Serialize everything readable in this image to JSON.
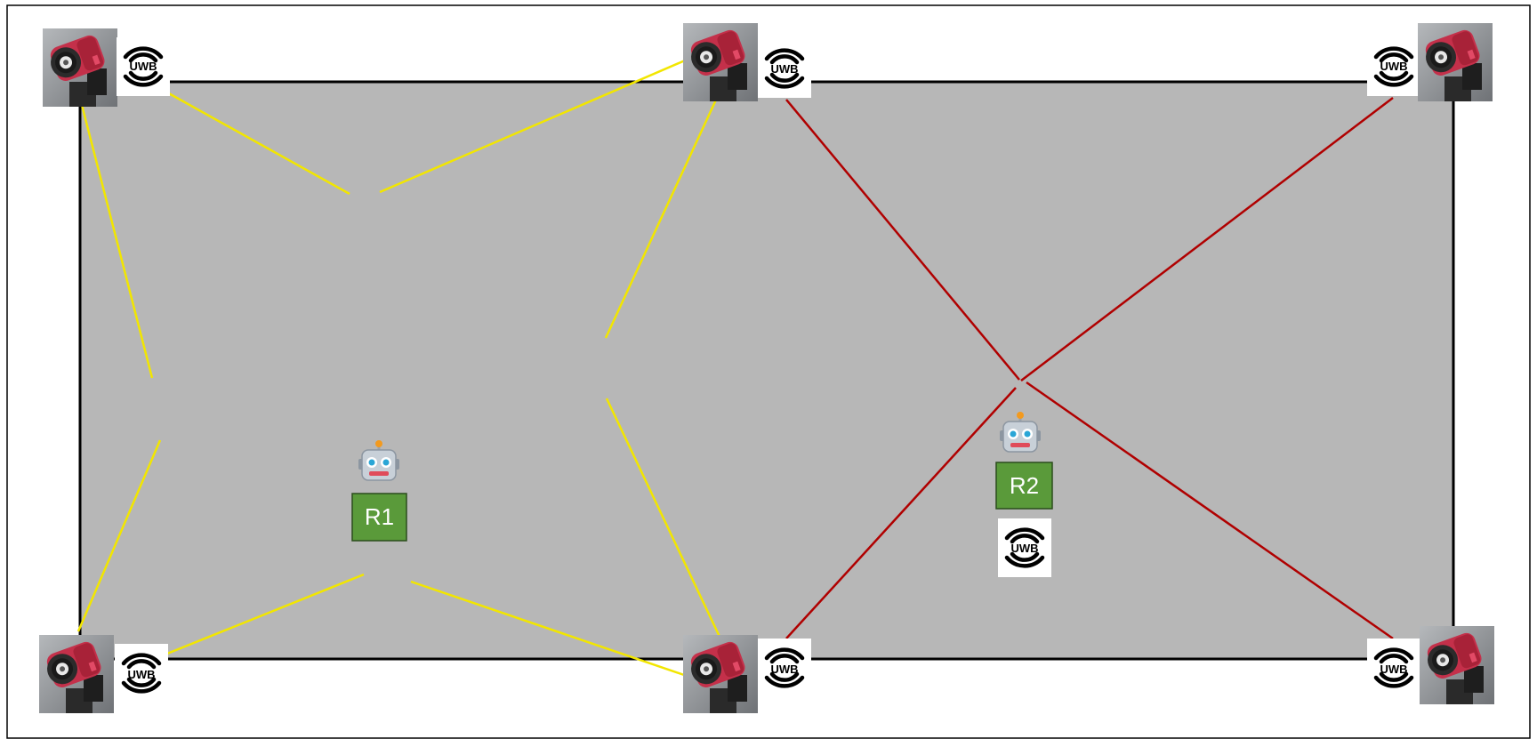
{
  "robots": [
    {
      "id": "r1",
      "label": "R1",
      "color": "#5a9a3a",
      "lines_color": "#f2e600",
      "has_uwb_tag": false
    },
    {
      "id": "r2",
      "label": "R2",
      "color": "#5a9a3a",
      "lines_color": "#b00000",
      "has_uwb_tag": true
    }
  ],
  "uwb_label": "UWB",
  "icons": {
    "camera": "camera-icon",
    "uwb": "uwb-antenna-icon",
    "robot": "robot-icon"
  },
  "colors": {
    "arena_fill": "#b7b7b7",
    "arena_border": "#000000",
    "r1_lines": "#f2e600",
    "r2_lines": "#b00000",
    "robot_box": "#5a9a3a",
    "camera_body": "#c4304a"
  },
  "stations": [
    {
      "id": "top-left"
    },
    {
      "id": "top-middle"
    },
    {
      "id": "top-right"
    },
    {
      "id": "bottom-left"
    },
    {
      "id": "bottom-middle"
    },
    {
      "id": "bottom-right"
    }
  ]
}
